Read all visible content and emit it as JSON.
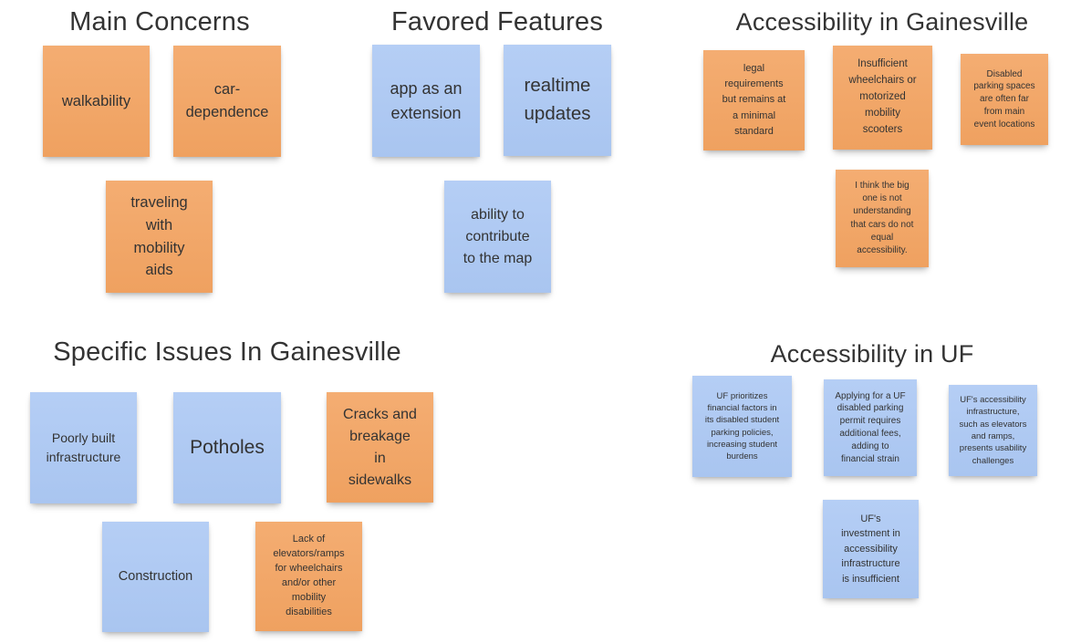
{
  "board": {
    "background_color": "#FFFFFF",
    "title_text_color": "#333333",
    "note_text_color": "#333333",
    "orange_note_color": "#F1A668",
    "blue_note_color": "#AFCAF3"
  },
  "groups": [
    {
      "title": "Main Concerns",
      "notes": [
        {
          "text": "walkability",
          "color": "orange"
        },
        {
          "text": "car-\ndependence",
          "color": "orange"
        },
        {
          "text": "traveling\nwith\nmobility\naids",
          "color": "orange"
        }
      ]
    },
    {
      "title": "Favored Features",
      "notes": [
        {
          "text": "app as an\nextension",
          "color": "blue"
        },
        {
          "text": "realtime\nupdates",
          "color": "blue"
        },
        {
          "text": "ability to\ncontribute\nto the map",
          "color": "blue"
        }
      ]
    },
    {
      "title": "Accessibility in Gainesville",
      "notes": [
        {
          "text": "legal\nrequirements\nbut remains at\na minimal\nstandard",
          "color": "orange"
        },
        {
          "text": "Insufficient\nwheelchairs or\nmotorized\nmobility\nscooters",
          "color": "orange"
        },
        {
          "text": "Disabled\nparking spaces\nare often far\nfrom main\nevent locations",
          "color": "orange"
        },
        {
          "text": "I think the big\none is not\nunderstanding\nthat cars do not\nequal\naccessibility.",
          "color": "orange"
        }
      ]
    },
    {
      "title": "Specific Issues In Gainesville",
      "notes": [
        {
          "text": "Poorly built\ninfrastructure",
          "color": "blue"
        },
        {
          "text": "Potholes",
          "color": "blue"
        },
        {
          "text": "Cracks and\nbreakage\nin\nsidewalks",
          "color": "orange"
        },
        {
          "text": "Construction",
          "color": "blue"
        },
        {
          "text": "Lack of\nelevators/ramps\nfor wheelchairs\nand/or other\nmobility\ndisabilities",
          "color": "orange"
        }
      ]
    },
    {
      "title": "Accessibility in UF",
      "notes": [
        {
          "text": "UF prioritizes\nfinancial factors in\nits disabled student\nparking policies,\nincreasing student\nburdens",
          "color": "blue"
        },
        {
          "text": "Applying for a UF\ndisabled parking\npermit requires\nadditional fees,\nadding to\nfinancial strain",
          "color": "blue"
        },
        {
          "text": "UF's accessibility\ninfrastructure,\nsuch as elevators\nand ramps,\npresents usability\nchallenges",
          "color": "blue"
        },
        {
          "text": "UF's\ninvestment in\naccessibility\ninfrastructure\nis insufficient",
          "color": "blue"
        }
      ]
    }
  ]
}
